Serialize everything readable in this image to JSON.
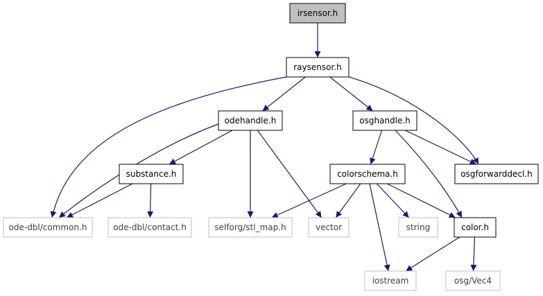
{
  "colors": {
    "edge": "#191970",
    "root_fill": "#bfbfbf",
    "node_border": "#000000",
    "external_border": "#bfbfbf",
    "external_text": "#404040",
    "text": "#000000"
  },
  "nodes": [
    {
      "id": "irsensor",
      "label": "irsensor.h",
      "kind": "root"
    },
    {
      "id": "raysensor",
      "label": "raysensor.h",
      "kind": "documented"
    },
    {
      "id": "odehandle",
      "label": "odehandle.h",
      "kind": "documented"
    },
    {
      "id": "osghandle",
      "label": "osghandle.h",
      "kind": "documented"
    },
    {
      "id": "substance",
      "label": "substance.h",
      "kind": "documented"
    },
    {
      "id": "colorschema",
      "label": "colorschema.h",
      "kind": "documented"
    },
    {
      "id": "osgforwarddecl",
      "label": "osgforwarddecl.h",
      "kind": "documented"
    },
    {
      "id": "common",
      "label": "ode-dbl/common.h",
      "kind": "external"
    },
    {
      "id": "contact",
      "label": "ode-dbl/contact.h",
      "kind": "external"
    },
    {
      "id": "stl_map",
      "label": "selforg/stl_map.h",
      "kind": "external"
    },
    {
      "id": "vector",
      "label": "vector",
      "kind": "external"
    },
    {
      "id": "string",
      "label": "string",
      "kind": "external"
    },
    {
      "id": "color",
      "label": "color.h",
      "kind": "documented"
    },
    {
      "id": "iostream",
      "label": "iostream",
      "kind": "external"
    },
    {
      "id": "vec4",
      "label": "osg/Vec4",
      "kind": "external"
    }
  ],
  "edges": [
    {
      "from": "irsensor",
      "to": "raysensor"
    },
    {
      "from": "raysensor",
      "to": "odehandle"
    },
    {
      "from": "raysensor",
      "to": "osghandle"
    },
    {
      "from": "raysensor",
      "to": "common"
    },
    {
      "from": "raysensor",
      "to": "osgforwarddecl"
    },
    {
      "from": "odehandle",
      "to": "substance"
    },
    {
      "from": "odehandle",
      "to": "common"
    },
    {
      "from": "odehandle",
      "to": "stl_map"
    },
    {
      "from": "odehandle",
      "to": "vector"
    },
    {
      "from": "osghandle",
      "to": "colorschema"
    },
    {
      "from": "osghandle",
      "to": "osgforwarddecl"
    },
    {
      "from": "osghandle",
      "to": "color"
    },
    {
      "from": "substance",
      "to": "common"
    },
    {
      "from": "substance",
      "to": "contact"
    },
    {
      "from": "colorschema",
      "to": "stl_map"
    },
    {
      "from": "colorschema",
      "to": "vector"
    },
    {
      "from": "colorschema",
      "to": "string"
    },
    {
      "from": "colorschema",
      "to": "color"
    },
    {
      "from": "colorschema",
      "to": "iostream"
    },
    {
      "from": "color",
      "to": "iostream"
    },
    {
      "from": "color",
      "to": "vec4"
    }
  ]
}
